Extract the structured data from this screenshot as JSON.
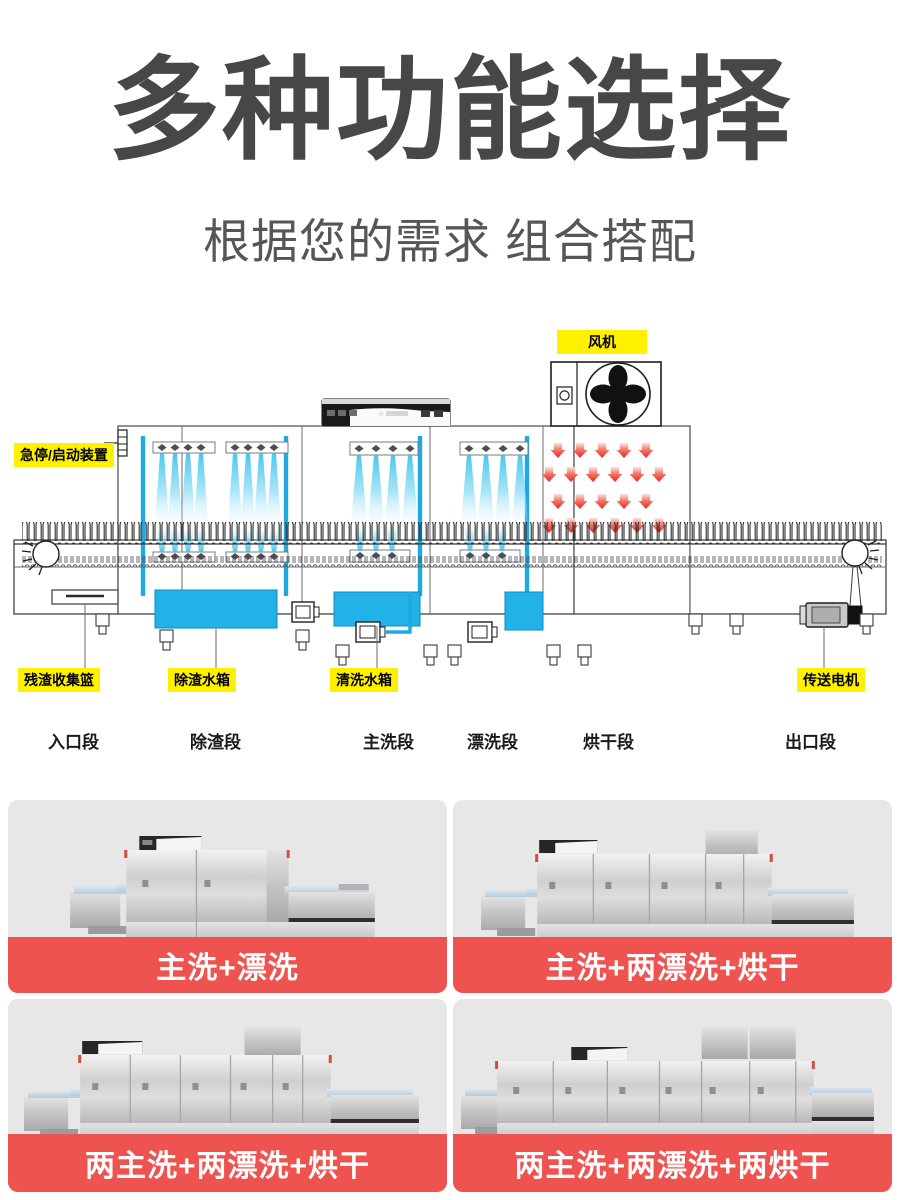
{
  "header": {
    "title": "多种功能选择",
    "subtitle": "根据您的需求 组合搭配"
  },
  "diagram": {
    "name": "conveyor-dishwasher-schematic",
    "callouts": [
      {
        "id": "emergency-stop",
        "label": "急停/启动装置"
      },
      {
        "id": "fan",
        "label": "风机"
      },
      {
        "id": "residue-basket",
        "label": "残渣收集篮"
      },
      {
        "id": "prewash-tank",
        "label": "除渣水箱"
      },
      {
        "id": "wash-tank",
        "label": "清洗水箱"
      },
      {
        "id": "conveyor-motor",
        "label": "传送电机"
      }
    ],
    "sections": [
      {
        "id": "inlet",
        "label": "入口段"
      },
      {
        "id": "prewash",
        "label": "除渣段"
      },
      {
        "id": "main-wash",
        "label": "主洗段"
      },
      {
        "id": "rinse",
        "label": "漂洗段"
      },
      {
        "id": "dry",
        "label": "烘干段"
      },
      {
        "id": "outlet",
        "label": "出口段"
      }
    ],
    "colors": {
      "badge_background": "#fff000",
      "badge_text": "#000000",
      "water": "#22b2e8",
      "spray": "#7fd4f2",
      "heat_arrow": "#ee3124",
      "outline": "#1a1a1a"
    }
  },
  "configurations": [
    {
      "id": "config-1",
      "caption": "主洗+漂洗"
    },
    {
      "id": "config-2",
      "caption": "主洗+两漂洗+烘干"
    },
    {
      "id": "config-3",
      "caption": "两主洗+两漂洗+烘干"
    },
    {
      "id": "config-4",
      "caption": "两主洗+两漂洗+两烘干"
    }
  ],
  "theme": {
    "caption_background": "#ef5350",
    "caption_text": "#ffffff",
    "card_background": "#e7e7e7",
    "title_color": "#474747"
  }
}
